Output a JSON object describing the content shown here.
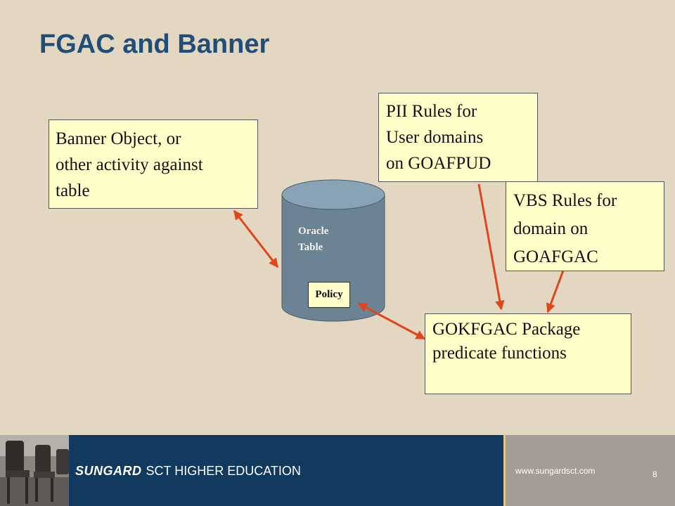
{
  "slide": {
    "title": "FGAC and Banner",
    "page_number": "8"
  },
  "boxes": {
    "banner_object": [
      "Banner Object, or",
      "other activity against",
      "table"
    ],
    "pii_rules": [
      "PII Rules for",
      "User domains",
      "on GOAFPUD"
    ],
    "vbs_rules": [
      "VBS Rules for",
      "domain on",
      "GOAFGAC"
    ],
    "gokfgac": [
      "GOKFGAC Package",
      "predicate functions"
    ]
  },
  "cylinder": {
    "label_line1": "Oracle",
    "label_line2": "Table",
    "policy_label": "Policy"
  },
  "footer": {
    "brand_bold": "SUNGARD",
    "brand_rest": "SCT HIGHER EDUCATION",
    "url": "www.sungardsct.com"
  },
  "colors": {
    "background": "#e3d7c1",
    "title": "#1f4e79",
    "box_fill": "#fffec9",
    "arrow": "#e0451b",
    "cylinder": "#6c8394",
    "footer_bar": "#123a5f"
  }
}
